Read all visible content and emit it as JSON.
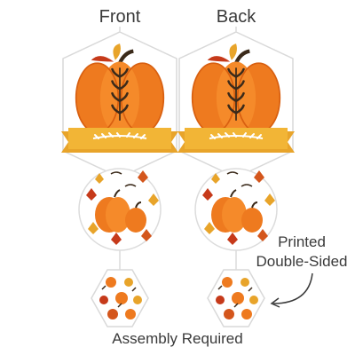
{
  "labels": {
    "front": "Front",
    "back": "Back",
    "printed_line1": "Printed",
    "printed_line2": "Double-Sided",
    "assembly": "Assembly Required"
  },
  "colors": {
    "pumpkin": "#f07a1e",
    "pumpkin_dark": "#d85f10",
    "banner": "#f2b536",
    "leaf_red": "#c63a1a",
    "leaf_gold": "#e8a42a",
    "string": "#c9c9c9",
    "text": "#3a3a3a"
  },
  "columns": [
    {
      "side": "front",
      "pieces": [
        "hexagon-pumpkin-banner",
        "circle-pumpkins",
        "hexagon-pattern"
      ]
    },
    {
      "side": "back",
      "pieces": [
        "hexagon-pumpkin-banner",
        "circle-pumpkins",
        "hexagon-pattern"
      ]
    }
  ]
}
